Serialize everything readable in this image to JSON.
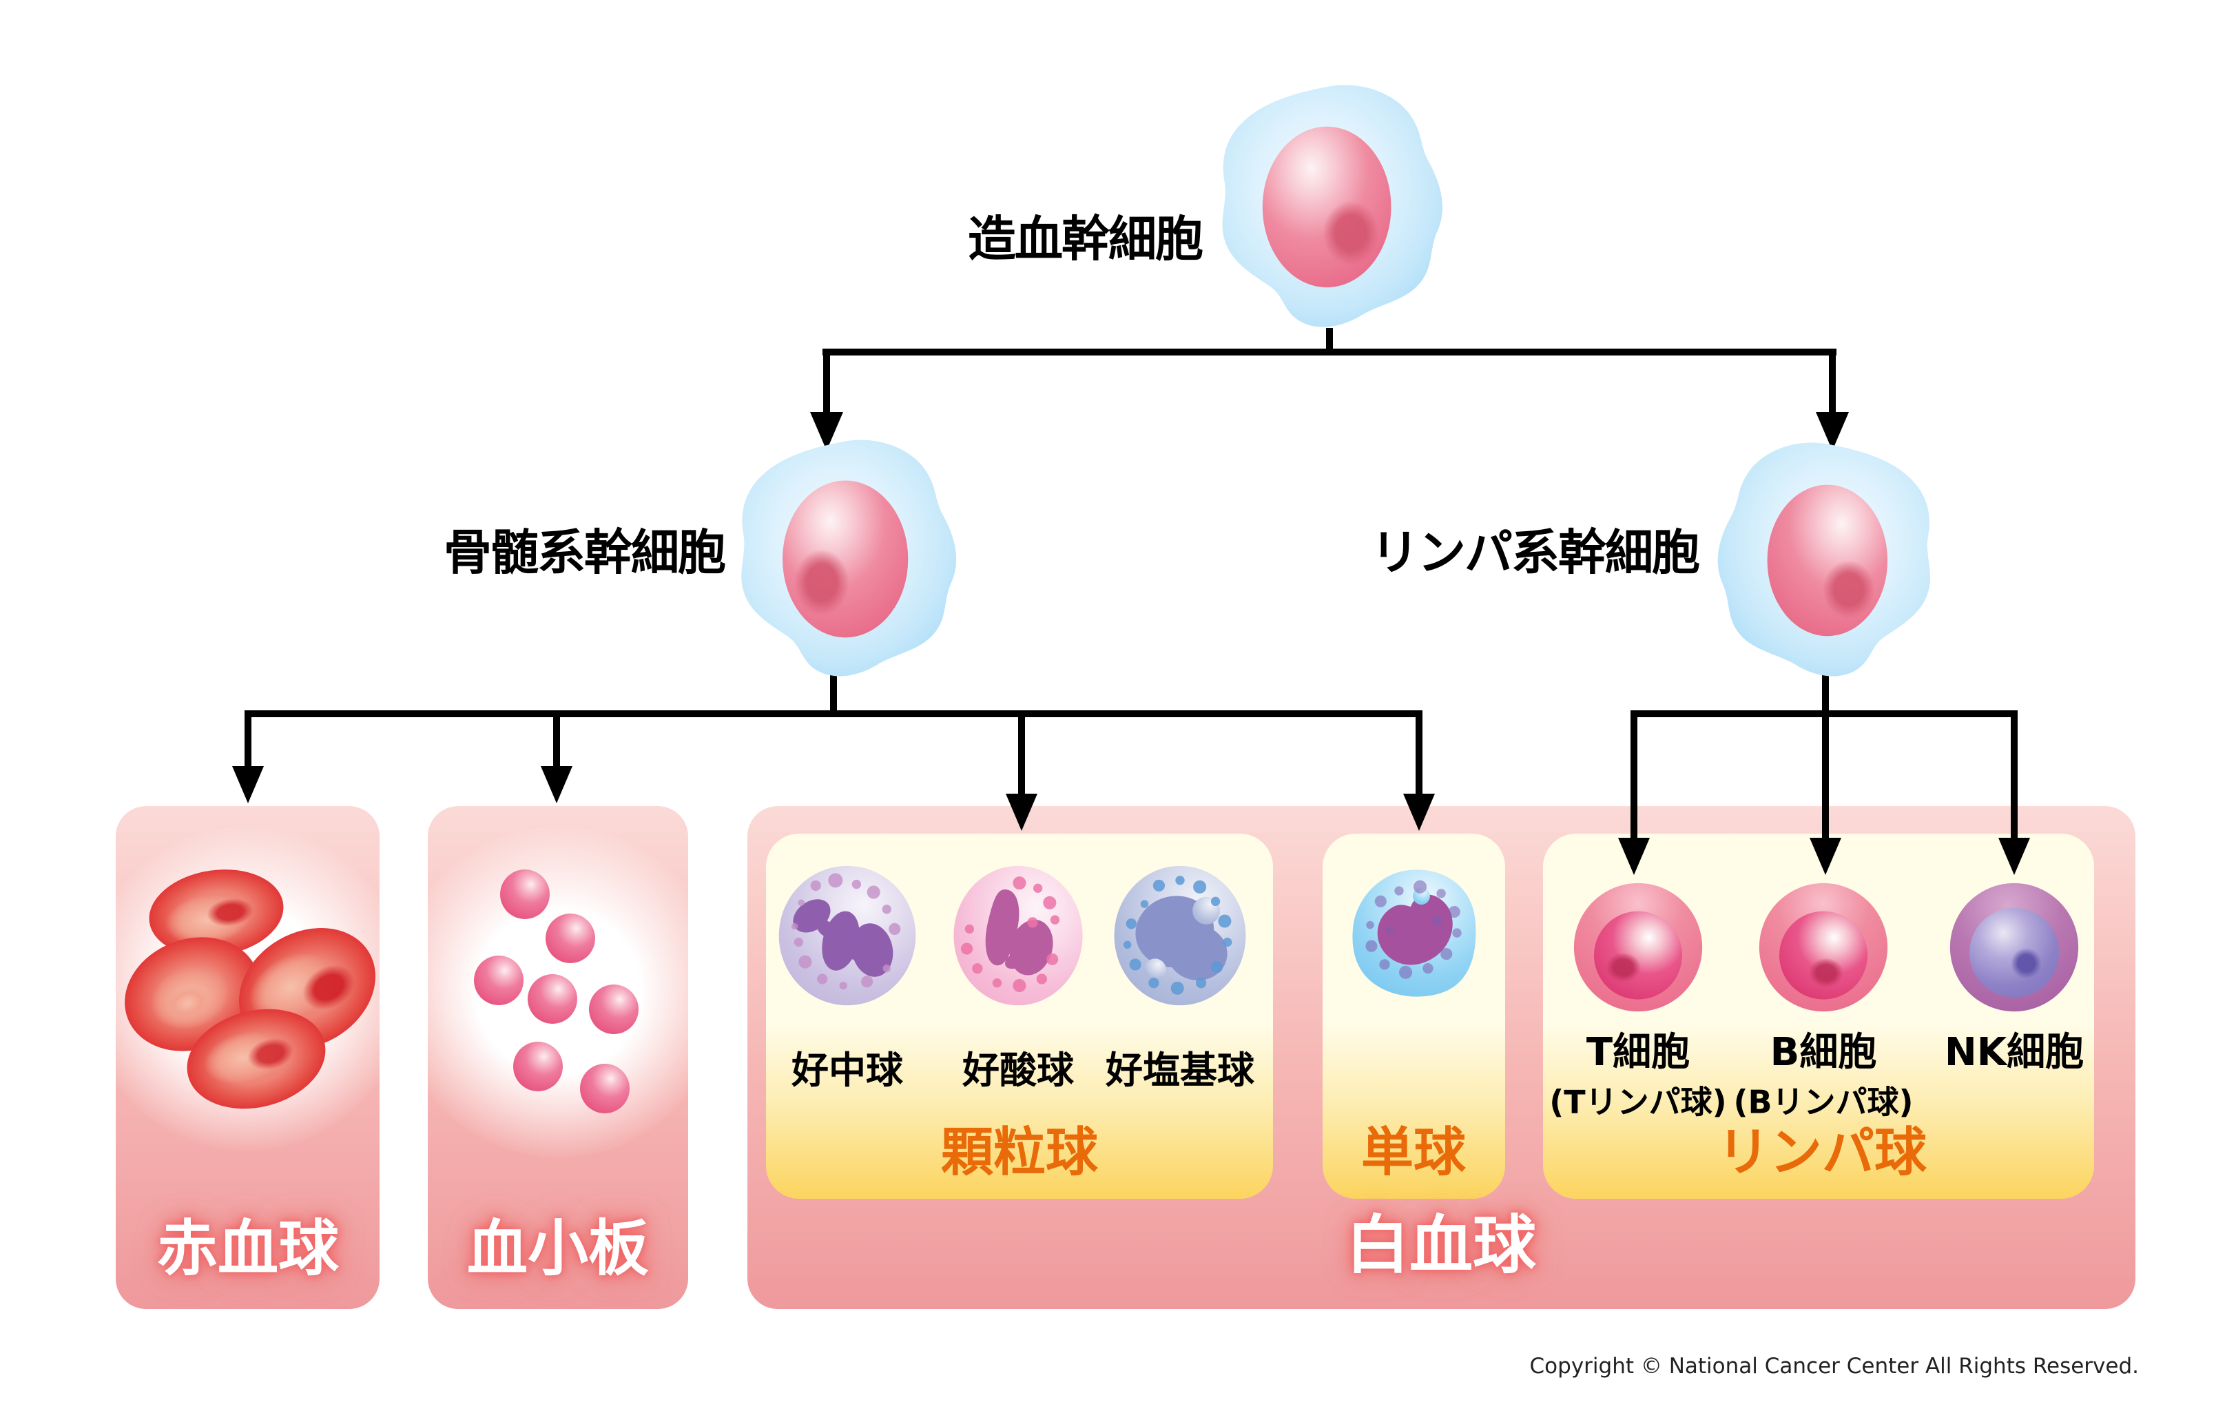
{
  "diagram": {
    "root": {
      "label": "造血幹細胞"
    },
    "branches": [
      {
        "label": "骨髄系幹細胞"
      },
      {
        "label": "リンパ系幹細胞"
      }
    ],
    "groups": {
      "rbc": {
        "label": "赤血球"
      },
      "platelet": {
        "label": "血小板"
      },
      "wbc": {
        "label": "白血球"
      },
      "granulocyte": {
        "label": "顆粒球",
        "cells": [
          "好中球",
          "好酸球",
          "好塩基球"
        ]
      },
      "monocyte": {
        "label": "単球"
      },
      "lymphocyte": {
        "label": "リンパ球",
        "cells": [
          {
            "name": "T細胞",
            "alias": "(Tリンパ球)"
          },
          {
            "name": "B細胞",
            "alias": "(Bリンパ球)"
          },
          {
            "name": "NK細胞"
          }
        ]
      }
    },
    "copyright": "Copyright © National Cancer Center All Rights Reserved.",
    "colors": {
      "accent_orange": "#e86a08",
      "line_black": "#000000",
      "box_pink_top": "#fbdad7",
      "box_pink_bottom": "#ef999c",
      "panel_cream": "#fffce8",
      "panel_yellow": "#fcd45f",
      "stem_cell_membrane_blue": "#cfeafb",
      "stem_cell_nucleus_pink": "#ec7490"
    }
  }
}
